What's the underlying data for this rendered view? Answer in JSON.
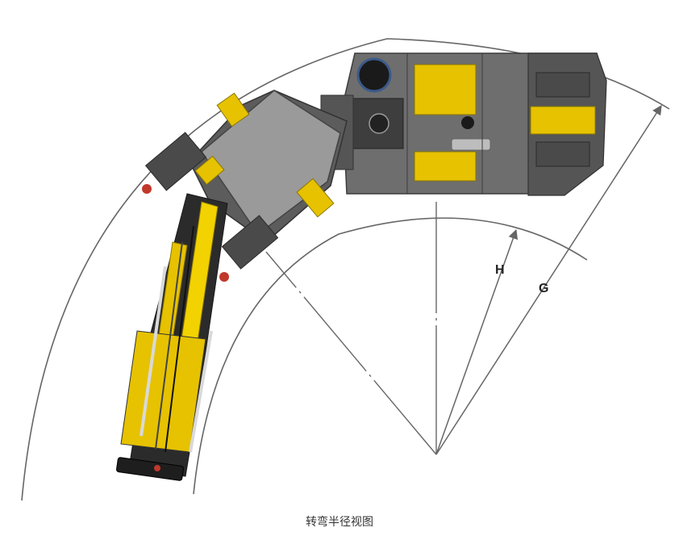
{
  "caption": "转弯半径视图",
  "labels": {
    "inner_radius": "H",
    "outer_radius": "G"
  },
  "colors": {
    "machine_gray": "#6e6e6e",
    "machine_dark": "#4a4a4a",
    "boom_yellow": "#f2d200",
    "accent_yellow": "#e6c200",
    "line": "#666666"
  }
}
